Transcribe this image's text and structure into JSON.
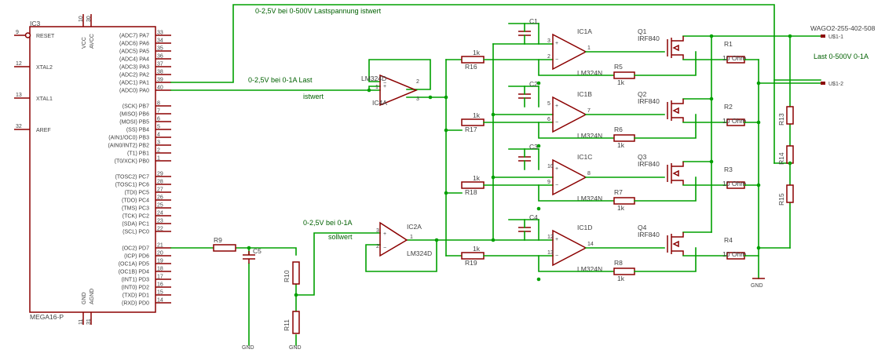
{
  "mcu": {
    "ref": "IC3",
    "part": "MEGA16-P",
    "left_pins": [
      {
        "n": "9",
        "name": "RESET"
      },
      {
        "n": "12",
        "name": "XTAL2"
      },
      {
        "n": "13",
        "name": "XTAL1"
      },
      {
        "n": "32",
        "name": "AREF"
      }
    ],
    "top_pin_labels": [
      "VCC",
      "AVCC"
    ],
    "top_pin_nums": [
      "10",
      "30"
    ],
    "bottom_pin_labels": [
      "GND",
      "AGND"
    ],
    "bottom_pin_nums": [
      "11",
      "31"
    ],
    "pa": [
      [
        "(ADC7) PA7",
        "33"
      ],
      [
        "(ADC6) PA6",
        "34"
      ],
      [
        "(ADC5) PA5",
        "35"
      ],
      [
        "(ADC4) PA4",
        "36"
      ],
      [
        "(ADC3) PA3",
        "37"
      ],
      [
        "(ADC2) PA2",
        "38"
      ],
      [
        "(ADC1) PA1",
        "39"
      ],
      [
        "(ADC0) PA0",
        "40"
      ]
    ],
    "pb": [
      [
        "(SCK) PB7",
        "8"
      ],
      [
        "(MISO) PB6",
        "7"
      ],
      [
        "(MOSI) PB5",
        "6"
      ],
      [
        "(SS) PB4",
        "5"
      ],
      [
        "(AIN1/OC0) PB3",
        "4"
      ],
      [
        "(AIN0/INT2) PB2",
        "3"
      ],
      [
        "(T1) PB1",
        "2"
      ],
      [
        "(T0/XCK) PB0",
        "1"
      ]
    ],
    "pc": [
      [
        "(TOSC2) PC7",
        "29"
      ],
      [
        "(TOSC1) PC6",
        "28"
      ],
      [
        "(TDI) PC5",
        "27"
      ],
      [
        "(TDO) PC4",
        "26"
      ],
      [
        "(TMS) PC3",
        "25"
      ],
      [
        "(TCK) PC2",
        "24"
      ],
      [
        "(SDA) PC1",
        "23"
      ],
      [
        "(SCL) PC0",
        "22"
      ]
    ],
    "pd": [
      [
        "(OC2) PD7",
        "21"
      ],
      [
        "(ICP) PD6",
        "20"
      ],
      [
        "(OC1A) PD5",
        "19"
      ],
      [
        "(OC1B) PD4",
        "18"
      ],
      [
        "(INT1) PD3",
        "17"
      ],
      [
        "(INT0) PD2",
        "16"
      ],
      [
        "(TXD) PD1",
        "15"
      ],
      [
        "(RXD) PD0",
        "14"
      ]
    ]
  },
  "labels": {
    "top_wire": "0-2,5V bei 0-500V Lastspannung istwert",
    "last_label": "0-2,5V bei 0-1A Last",
    "istwert": "istwert",
    "soll_label": "0-2,5V bei 0-1A",
    "sollwert": "sollwert",
    "connector": "WAGO2-255-402-508",
    "pin1": "U$1-1",
    "pin2": "U$1-2",
    "load_label": "Last 0-500V 0-1A",
    "gnd": "GND"
  },
  "ic4a": {
    "ref": "IC4A",
    "part": "LM324D",
    "pins": [
      "1",
      "2",
      "3"
    ]
  },
  "ic2a": {
    "ref": "IC2A",
    "part": "LM324D",
    "pins": [
      "3",
      "2",
      "1"
    ]
  },
  "passives": {
    "r9": "R9",
    "r10": "R10",
    "r11": "R11",
    "c5": "C5",
    "r13": "R13",
    "r14": "R14",
    "r15": "R15"
  },
  "channels": [
    {
      "c": "C1",
      "ic": "IC1A",
      "part": "LM324N",
      "pins": [
        "3",
        "2",
        "1"
      ],
      "rin": "R16",
      "rin_val": "1k",
      "rfb": "R5",
      "rfb_val": "1k",
      "q": "Q1",
      "qpart": "IRF840",
      "rs": "R1",
      "rs_val": "10 Ohm"
    },
    {
      "c": "C2",
      "ic": "IC1B",
      "part": "LM324N",
      "pins": [
        "5",
        "6",
        "7"
      ],
      "rin": "R17",
      "rin_val": "1k",
      "rfb": "R6",
      "rfb_val": "1k",
      "q": "Q2",
      "qpart": "IRF840",
      "rs": "R2",
      "rs_val": "10 Ohm"
    },
    {
      "c": "C3",
      "ic": "IC1C",
      "part": "LM324N",
      "pins": [
        "10",
        "9",
        "8"
      ],
      "rin": "R18",
      "rin_val": "1k",
      "rfb": "R7",
      "rfb_val": "1k",
      "q": "Q3",
      "qpart": "IRF840",
      "rs": "R3",
      "rs_val": "10 Ohm"
    },
    {
      "c": "C4",
      "ic": "IC1D",
      "part": "LM324N",
      "pins": [
        "12",
        "13",
        "14"
      ],
      "rin": "R19",
      "rin_val": "1k",
      "rfb": "R8",
      "rfb_val": "1k",
      "q": "Q4",
      "qpart": "IRF840",
      "rs": "R4",
      "rs_val": "10 Ohm"
    }
  ]
}
